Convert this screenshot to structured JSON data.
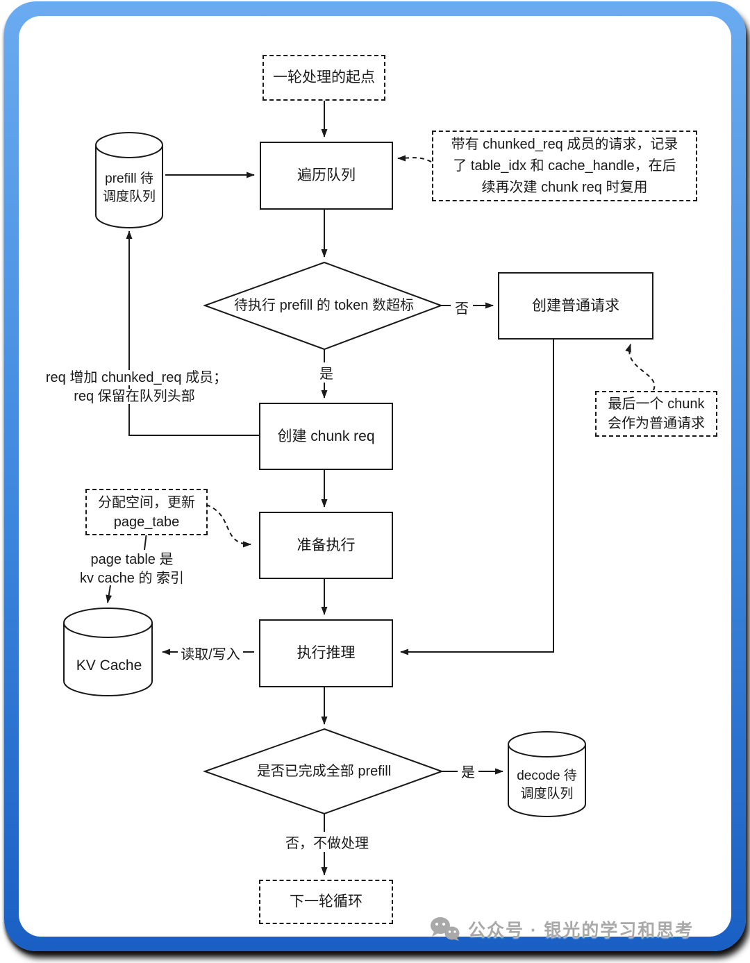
{
  "diagram": {
    "nodes": {
      "start": "一轮处理的起点",
      "traverse_queue": "遍历队列",
      "prefill_queue": "prefill 待\n调度队列",
      "token_limit_decision": "待执行 prefill 的 token 数超标",
      "create_normal_request": "创建普通请求",
      "create_chunk_req": "创建 chunk req",
      "prepare_execution": "准备执行",
      "execute_inference": "执行推理",
      "kv_cache": "KV Cache",
      "prefill_complete_decision": "是否已完成全部 prefill",
      "decode_queue": "decode 待\n调度队列",
      "next_loop": "下一轮循环"
    },
    "notes": {
      "chunked_req": "带有 chunked_req 成员的请求，记录\n了 table_idx 和 cache_handle，在后\n续再次建 chunk req 时复用",
      "last_chunk": "最后一个 chunk\n会作为普通请求",
      "req_keep": "req 增加 chunked_req 成员；\nreq 保留在队列头部",
      "allocate_space": "分配空间，更新\npage_tabe",
      "page_table": "page table 是\nkv cache 的 索引"
    },
    "edge_labels": {
      "no": "否",
      "yes": "是",
      "read_write": "读取/写入",
      "yes_done": "是",
      "no_action": "否，不做处理"
    }
  },
  "watermark": {
    "text": "公众号 · 银光的学习和思考"
  },
  "colors": {
    "frame_top": "#6aabf0",
    "frame_bottom": "#1a5fc3",
    "stroke": "#1a1a1a",
    "watermark": "#a9a9a9"
  }
}
